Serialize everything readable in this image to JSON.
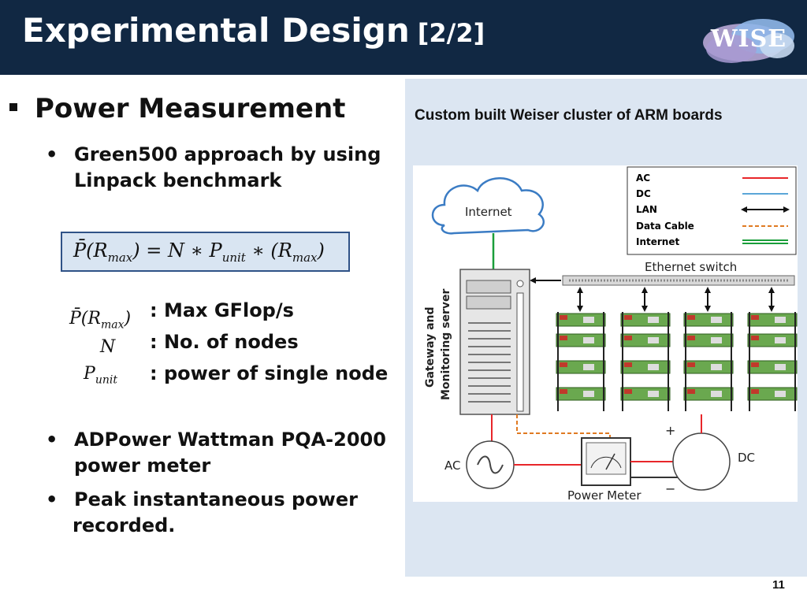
{
  "header": {
    "title": "Experimental Design",
    "title_suffix": "[2/2]",
    "logo_text": "WISE"
  },
  "left": {
    "main_bullet": "Power Measurement",
    "bullet_symbol": "•",
    "bullet1_line1": "Green500 approach by using",
    "bullet1_line2": "Linpack benchmark",
    "legend": [
      {
        "def": ": Max GFlop/s"
      },
      {
        "def": ": No. of nodes"
      },
      {
        "def": ": power of single node"
      }
    ],
    "bullet2_line1": "ADPower Wattman PQA-2000",
    "bullet2_line2": "power meter",
    "bullet3_line1": "Peak instantaneous power",
    "bullet3_line2": "recorded."
  },
  "right": {
    "caption": "Custom built Weiser cluster of ARM boards",
    "diagram": {
      "internet_label": "Internet",
      "switch_label": "Ethernet switch",
      "server_label_line1": "Gateway and",
      "server_label_line2": "Monitoring server",
      "ac_label": "AC",
      "dc_label": "DC",
      "power_meter_label": "Power Meter",
      "plus_sign": "+",
      "minus_sign": "−",
      "legend": [
        {
          "label": "AC",
          "color": "#e8262a"
        },
        {
          "label": "DC",
          "color": "#5aa6d8"
        },
        {
          "label": "LAN",
          "color": "#111111"
        },
        {
          "label": "Data Cable",
          "color": "#e07a22"
        },
        {
          "label": "Internet",
          "color": "#1a9e3a"
        }
      ]
    }
  },
  "footer": {
    "page_number": "11"
  }
}
